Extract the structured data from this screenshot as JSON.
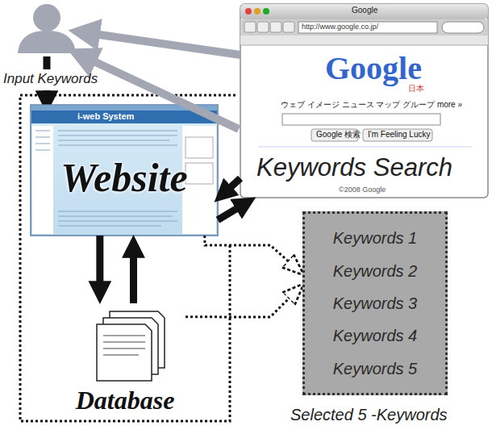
{
  "diagram": {
    "nodes": [
      {
        "text": [
          "Keywords Search"
        ]
      },
      {
        "text": [
          "Website"
        ]
      },
      {
        "text": [
          "Keywords 1",
          "Keywords 2",
          "Keywords 3",
          "Keywords 4",
          "Keywords 5"
        ]
      },
      {
        "text": [
          "Database"
        ]
      }
    ],
    "edges": [
      {
        "from": 1,
        "to": 3,
        "arrow": "to"
      },
      {
        "from": 3,
        "to": 1,
        "arrow": "to"
      },
      {
        "from": 0,
        "to": 1,
        "arrow": "to"
      },
      {
        "from": 1,
        "to": 0,
        "arrow": "to"
      },
      {
        "from": 1,
        "to": 2,
        "arrow": "to"
      },
      {
        "from": 3,
        "to": 2,
        "arrow": "to"
      }
    ],
    "labels": [
      "Input Keywords",
      "Google",
      "http://www.google.co.jp/",
      "Google",
      "日本",
      "ウェブ イメージ ニュース マップ グループ more »",
      "Google 検索",
      "I'm Feeling Lucky",
      "i-web System",
      "©2008 Google",
      "Selected 5 -Keywords"
    ]
  }
}
